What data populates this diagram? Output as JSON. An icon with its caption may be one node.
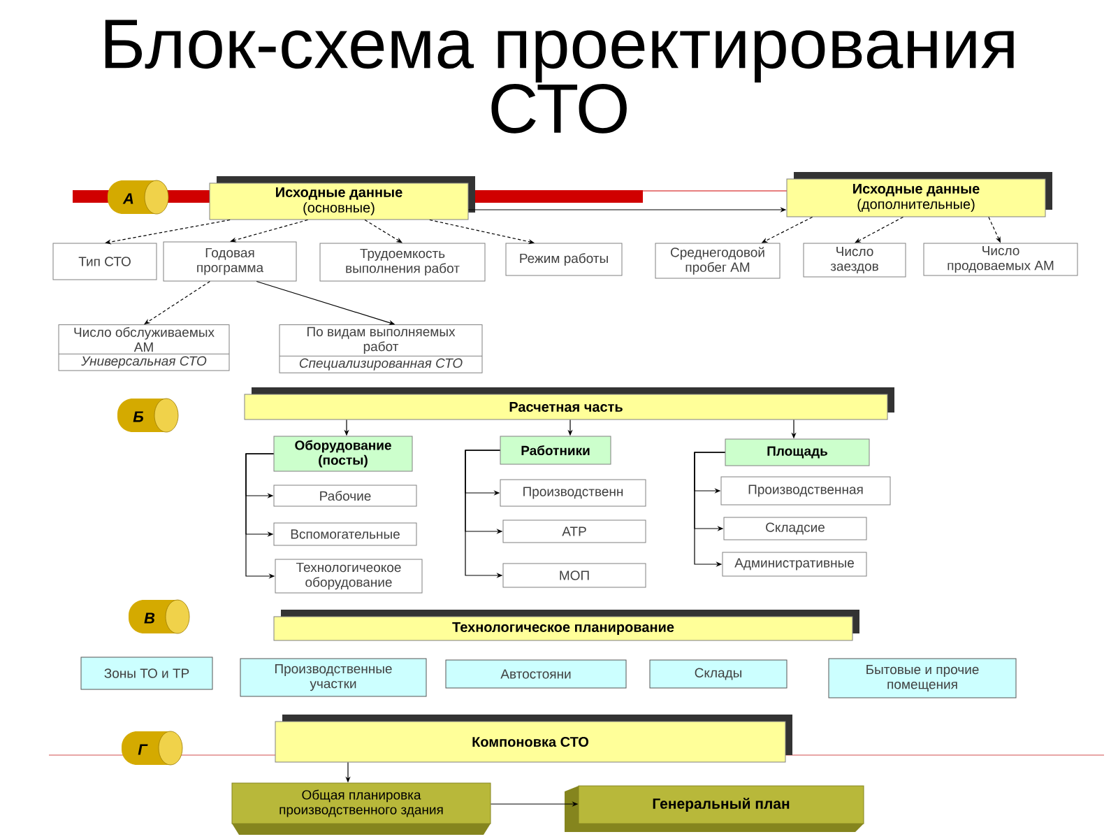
{
  "diagram": {
    "title": "Блок-схема проектирования СТО",
    "nodes": [
      {
        "text": [
          "А"
        ]
      },
      {
        "text": [
          "Исходные данные",
          "(основные)"
        ]
      },
      {
        "text": [
          "Исходные данные",
          "(дополнительные)"
        ]
      },
      {
        "text": [
          "Тип СТО"
        ]
      },
      {
        "text": [
          "Годовая программа"
        ]
      },
      {
        "text": [
          "Трудоемкость выполнения работ"
        ]
      },
      {
        "text": [
          "Режим работы"
        ]
      },
      {
        "text": [
          "Среднегодовой пробег АМ"
        ]
      },
      {
        "text": [
          "Число заездов"
        ]
      },
      {
        "text": [
          "Число продоваемых АМ"
        ]
      },
      {
        "text": [
          "Число обслуживаемых АМ",
          "Универсальная СТО"
        ]
      },
      {
        "text": [
          "По видам выполняемых работ",
          "Специализированная СТО"
        ]
      },
      {
        "text": [
          "Б"
        ]
      },
      {
        "text": [
          "Расчетная часть"
        ]
      },
      {
        "text": [
          "Оборудование (посты)"
        ]
      },
      {
        "text": [
          "Работники"
        ]
      },
      {
        "text": [
          "Площадь"
        ]
      },
      {
        "text": [
          "Рабочие"
        ]
      },
      {
        "text": [
          "Производственн"
        ]
      },
      {
        "text": [
          "Производственная"
        ]
      },
      {
        "text": [
          "Вспомогательные"
        ]
      },
      {
        "text": [
          "АТР"
        ]
      },
      {
        "text": [
          "Складсие"
        ]
      },
      {
        "text": [
          "Технологичеокое оборудование"
        ]
      },
      {
        "text": [
          "МОП"
        ]
      },
      {
        "text": [
          "Административные"
        ]
      },
      {
        "text": [
          "В"
        ]
      },
      {
        "text": [
          "Технологическое планирование"
        ]
      },
      {
        "text": [
          "Зоны ТО и ТР"
        ]
      },
      {
        "text": [
          "Производственные участки"
        ]
      },
      {
        "text": [
          "Автостояни"
        ]
      },
      {
        "text": [
          "Склады"
        ]
      },
      {
        "text": [
          "Бытовые и прочие помещения"
        ]
      },
      {
        "text": [
          "Г"
        ]
      },
      {
        "text": [
          "Компоновка СТО"
        ]
      },
      {
        "text": [
          "Общая планировка производственного здания"
        ]
      },
      {
        "text": [
          "Генеральный план"
        ]
      }
    ],
    "edges": [
      {
        "from": 1,
        "to": 3,
        "arrow": "to",
        "style": "dashed"
      },
      {
        "from": 1,
        "to": 4,
        "arrow": "to",
        "style": "dashed"
      },
      {
        "from": 1,
        "to": 5,
        "arrow": "to",
        "style": "dashed"
      },
      {
        "from": 1,
        "to": 6,
        "arrow": "to",
        "style": "dashed"
      },
      {
        "from": 1,
        "to": 2,
        "arrow": "to"
      },
      {
        "from": 2,
        "to": 7,
        "arrow": "to",
        "style": "dashed"
      },
      {
        "from": 2,
        "to": 8,
        "arrow": "to",
        "style": "dashed"
      },
      {
        "from": 2,
        "to": 9,
        "arrow": "to",
        "style": "dashed"
      },
      {
        "from": 4,
        "to": 10,
        "arrow": "to",
        "style": "dashed"
      },
      {
        "from": 4,
        "to": 11,
        "arrow": "to"
      },
      {
        "from": 13,
        "to": 14,
        "arrow": "to"
      },
      {
        "from": 13,
        "to": 15,
        "arrow": "to"
      },
      {
        "from": 13,
        "to": 16,
        "arrow": "to"
      },
      {
        "from": 14,
        "to": 17,
        "arrow": "to"
      },
      {
        "from": 14,
        "to": 20,
        "arrow": "to"
      },
      {
        "from": 14,
        "to": 23,
        "arrow": "to"
      },
      {
        "from": 15,
        "to": 18,
        "arrow": "to"
      },
      {
        "from": 15,
        "to": 21,
        "arrow": "to"
      },
      {
        "from": 15,
        "to": 24,
        "arrow": "to"
      },
      {
        "from": 16,
        "to": 19,
        "arrow": "to"
      },
      {
        "from": 16,
        "to": 22,
        "arrow": "to"
      },
      {
        "from": 16,
        "to": 25,
        "arrow": "to"
      },
      {
        "from": 34,
        "to": 35,
        "arrow": "to"
      },
      {
        "from": 35,
        "to": 36,
        "arrow": "to"
      }
    ]
  }
}
